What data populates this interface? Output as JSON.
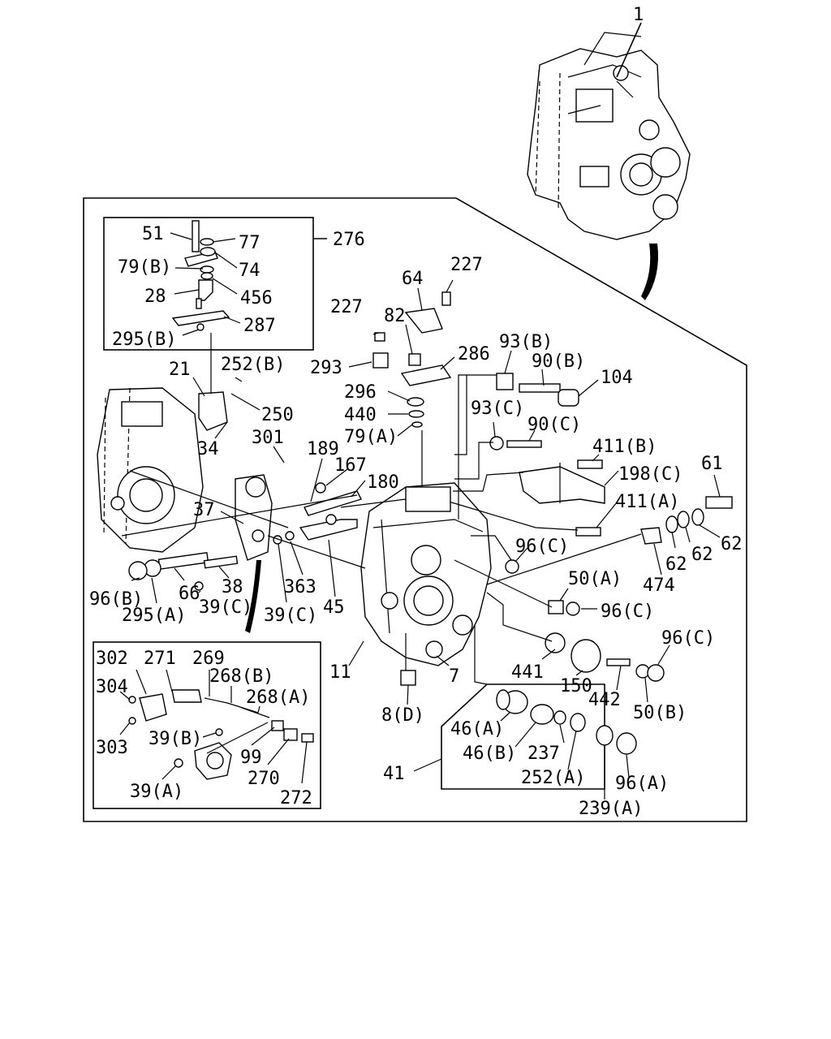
{
  "labels": {
    "l1": "1",
    "l276": "276",
    "l51": "51",
    "l77": "77",
    "l74": "74",
    "l79b": "79(B)",
    "l28": "28",
    "l456": "456",
    "l287": "287",
    "l295b": "295(B)",
    "l227a": "227",
    "l227b": "227",
    "l64": "64",
    "l82": "82",
    "l293": "293",
    "l286": "286",
    "l296": "296",
    "l440": "440",
    "l79a": "79(A)",
    "l93b": "93(B)",
    "l90b": "90(B)",
    "l104": "104",
    "l93c": "93(C)",
    "l90c": "90(C)",
    "l411b": "411(B)",
    "l198c": "198(C)",
    "l61": "61",
    "l411a": "411(A)",
    "l62a": "62",
    "l62b": "62",
    "l62c": "62",
    "l474": "474",
    "l96c1": "96(C)",
    "l50a": "50(A)",
    "l96c2": "96(C)",
    "l96c3": "96(C)",
    "l441": "441",
    "l150": "150",
    "l442": "442",
    "l50b": "50(B)",
    "l21": "21",
    "l252b": "252(B)",
    "l250": "250",
    "l34": "34",
    "l301": "301",
    "l189": "189",
    "l167": "167",
    "l180": "180",
    "l37": "37",
    "l96b": "96(B)",
    "l295a": "295(A)",
    "l66": "66",
    "l39c1": "39(C)",
    "l38": "38",
    "l363": "363",
    "l39c2": "39(C)",
    "l45": "45",
    "l11": "11",
    "l7": "7",
    "l8d": "8(D)",
    "l46a": "46(A)",
    "l46b": "46(B)",
    "l237": "237",
    "l252a": "252(A)",
    "l41": "41",
    "l96a": "96(A)",
    "l239a": "239(A)",
    "l302": "302",
    "l271": "271",
    "l269": "269",
    "l268b": "268(B)",
    "l268a": "268(A)",
    "l304": "304",
    "l303": "303",
    "l39b": "39(B)",
    "l99": "99",
    "l270": "270",
    "l272": "272",
    "l39a": "39(A)"
  }
}
